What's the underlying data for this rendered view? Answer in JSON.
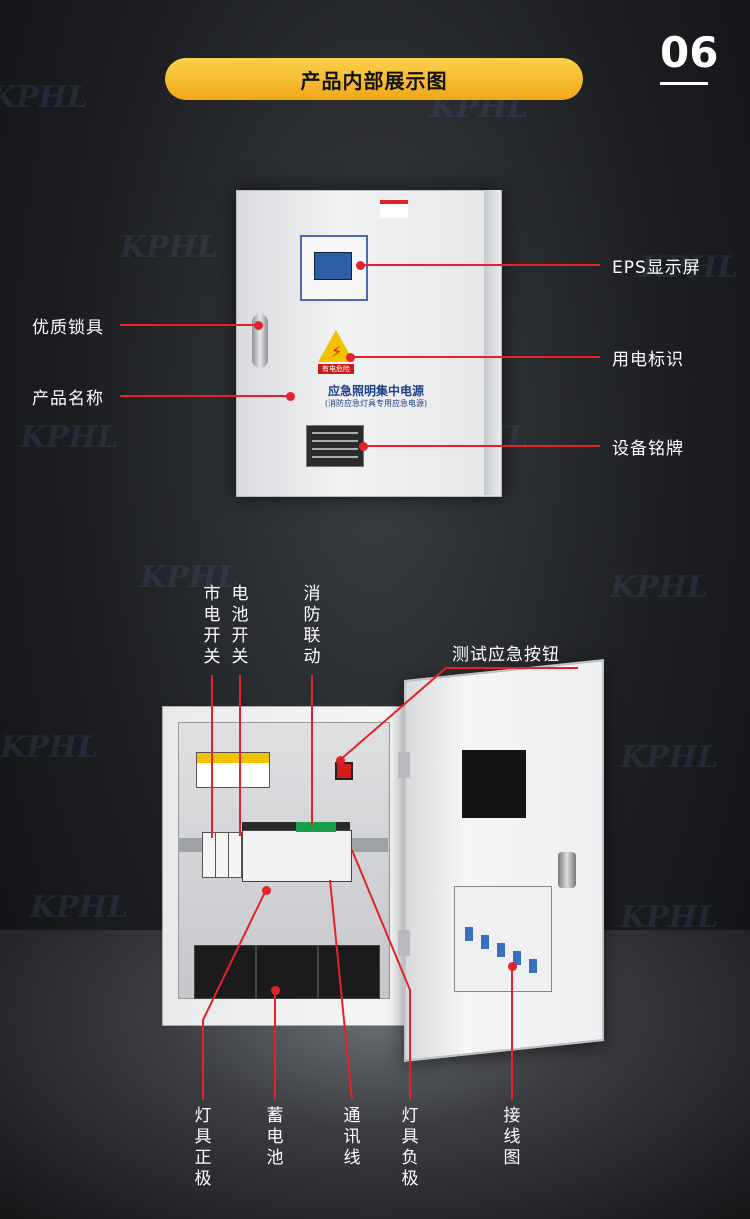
{
  "header": {
    "title": "产品内部展示图",
    "page_number": "06"
  },
  "watermark": {
    "text": "KPHL"
  },
  "cabinet_front": {
    "product_name": "应急照明集中电源",
    "product_subtitle": "(消防应急灯具专用应急电源)",
    "warning_label": "有电危险"
  },
  "callouts_front": {
    "left": [
      "优质锁具",
      "产品名称"
    ],
    "right": [
      "EPS显示屏",
      "用电标识",
      "设备铭牌"
    ]
  },
  "callouts_inside": {
    "top": [
      "市电开关",
      "电池开关",
      "消防联动"
    ],
    "top_right": "测试应急按钮",
    "bottom": [
      "灯具正极",
      "蓄电池",
      "通讯线",
      "灯具负极",
      "接线图"
    ]
  },
  "colors": {
    "accent": "#e2232a",
    "pill": "#f5b82a"
  }
}
